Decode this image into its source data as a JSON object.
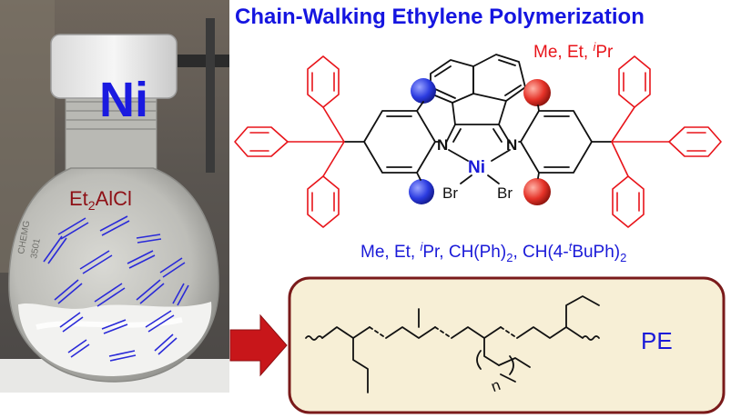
{
  "title": "Chain-Walking Ethylene Polymerization",
  "photo": {
    "metal_label": "Ni",
    "reagent_base": "Et",
    "reagent_subscript": "2",
    "reagent_rest": "AlCl",
    "flask_print_1": "CHEMG",
    "flask_print_2": "3501"
  },
  "catalyst": {
    "top_substituents_plain": "Me, Et, ",
    "top_substituents_italic": "i",
    "top_substituents_end": "Pr",
    "n_left": "N",
    "n_right": "N",
    "metal": "Ni",
    "br_left": "Br",
    "br_right": "Br",
    "bottom_substituents": {
      "p1": "Me, Et, ",
      "i1": "i",
      "p2": "Pr, CH(Ph)",
      "s1": "2",
      "p3": ", CH(4-",
      "i2": "t",
      "p4": "BuPh)",
      "s2": "2"
    }
  },
  "product": {
    "label": "PE",
    "repeat_index": "n"
  },
  "colors": {
    "title": "#1515e0",
    "ligand_red": "#e8141a",
    "substituent_blue": "#1a1ad8",
    "sphere_blue": "#2b3be0",
    "sphere_red": "#e53228",
    "arrow": "#c8161a",
    "box_fill": "#f7efd6",
    "box_border": "#7a1a1a",
    "skeleton": "#111111"
  }
}
